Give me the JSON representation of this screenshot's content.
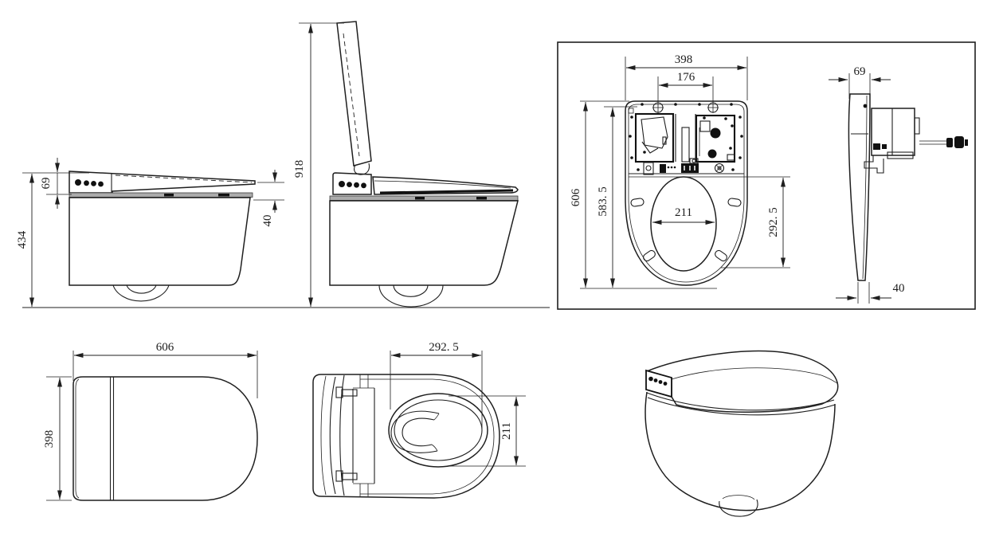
{
  "page": {
    "background": "#ffffff",
    "line_color": "#1f1f1f",
    "band_gray": "#ababab",
    "control_buttons_count": 4
  },
  "views": {
    "side_closed": {
      "dims": {
        "overall_height": "434",
        "rear_height": "69",
        "seat_edge_drop": "40"
      }
    },
    "side_open": {
      "dims": {
        "open_height": "918"
      }
    },
    "top_internal": {
      "dims": {
        "width": "398",
        "mount_hole_spacing": "176",
        "length": "606",
        "body_length": "583. 5",
        "bowl_width": "211",
        "bowl_length": "292. 5"
      }
    },
    "seat_profile": {
      "dims": {
        "top_thickness": "69",
        "bottom_clearance": "40"
      }
    },
    "top_closed": {
      "dims": {
        "length": "606",
        "width": "398"
      }
    },
    "top_open": {
      "dims": {
        "bowl_length": "292. 5",
        "bowl_width": "211"
      }
    }
  }
}
